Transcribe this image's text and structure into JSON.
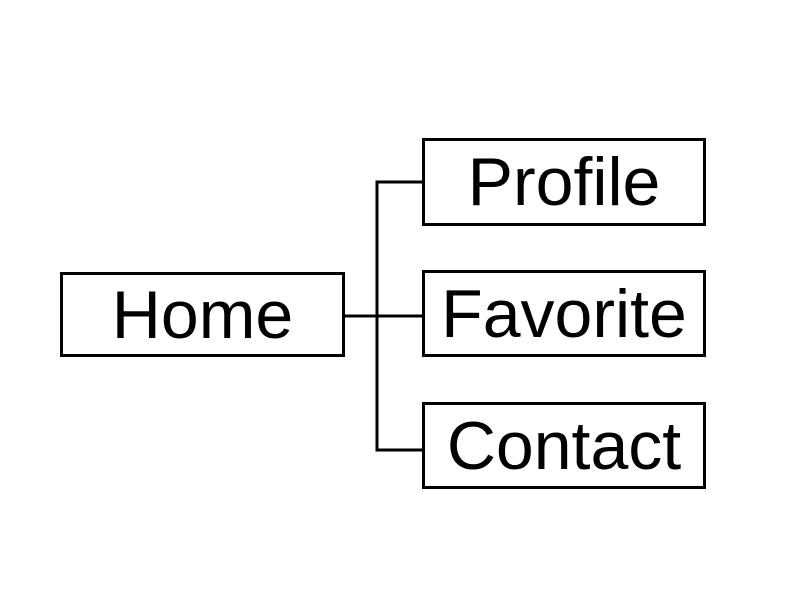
{
  "diagram": {
    "type": "tree",
    "nodes": [
      {
        "id": "home",
        "label": "Home",
        "role": "root"
      },
      {
        "id": "profile",
        "label": "Profile",
        "role": "child"
      },
      {
        "id": "favorite",
        "label": "Favorite",
        "role": "child"
      },
      {
        "id": "contact",
        "label": "Contact",
        "role": "child"
      }
    ],
    "edges": [
      {
        "from": "home",
        "to": "profile"
      },
      {
        "from": "home",
        "to": "favorite"
      },
      {
        "from": "home",
        "to": "contact"
      }
    ],
    "colors": {
      "background": "#ffffff",
      "node_fill": "#ffffff",
      "node_border": "#000000",
      "text": "#000000",
      "connector": "#000000"
    }
  }
}
